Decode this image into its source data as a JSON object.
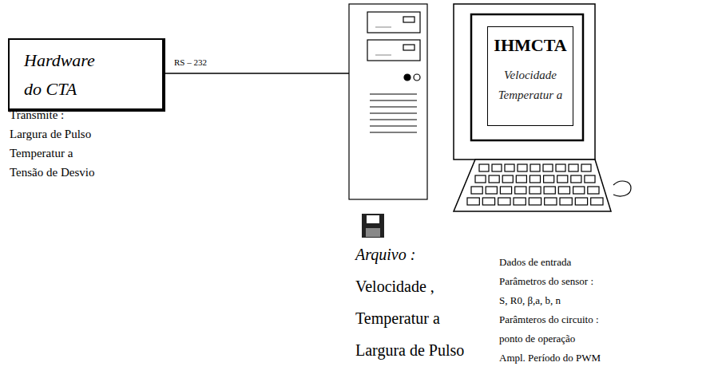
{
  "diagram": {
    "nodes": [
      {
        "text": [
          "Hardware do CTA"
        ]
      },
      {
        "text": [
          "IHMCTA",
          "Velocidade",
          "Temperatur a"
        ]
      }
    ],
    "labels": [
      "RS – 232",
      "Transmite :",
      "Largura de Pulso",
      "Temperatur a",
      "Tensão de Desvio",
      "Arquivo :",
      "Velocidade ,",
      "Temperatur a",
      "Largura de Pulso",
      "Dados de entrada",
      "Parâmetros do sensor :",
      "S, R0, β,a, b, n",
      "Parâmteros do circuito :",
      "ponto de operação",
      "Ampl. Período do PWM"
    ]
  }
}
